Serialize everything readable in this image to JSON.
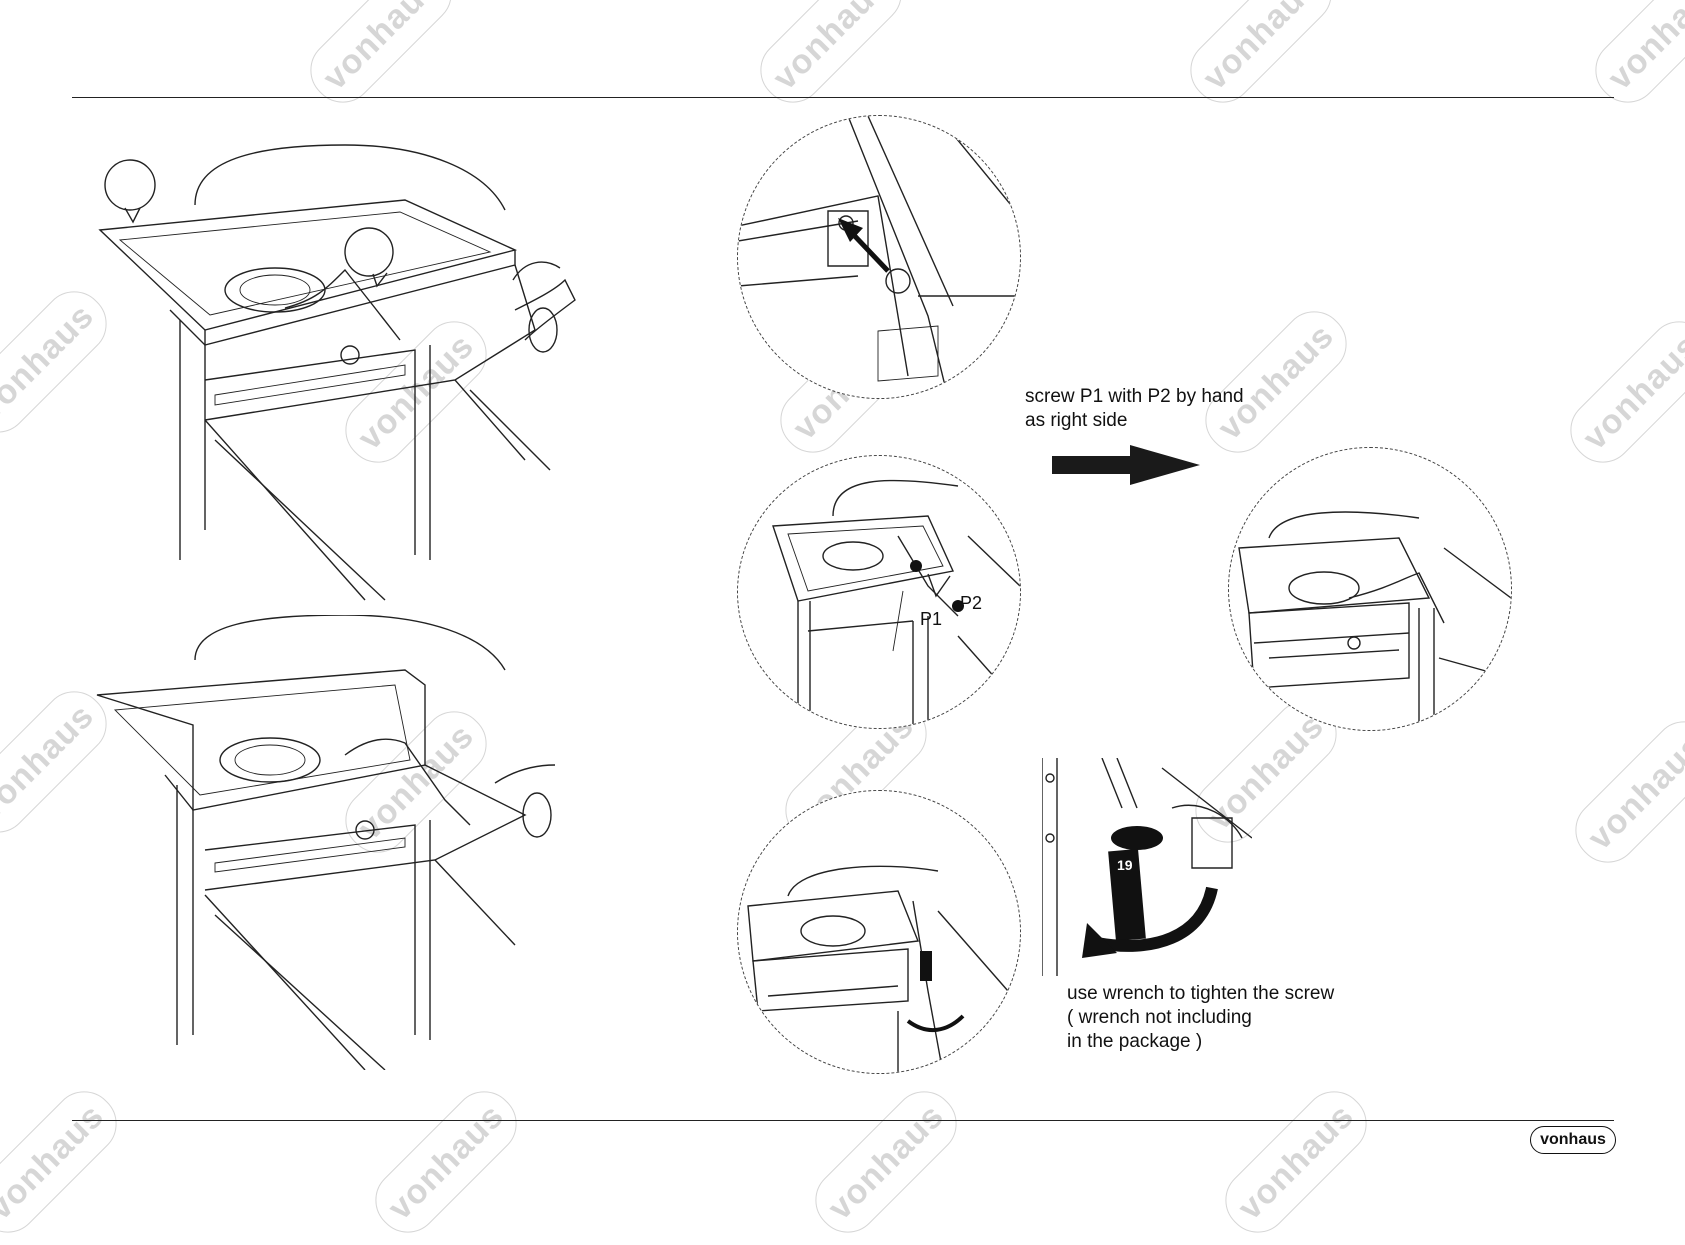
{
  "brand": {
    "logo_text": "vonhaus"
  },
  "watermark": {
    "text": "vonhaus"
  },
  "steps": {
    "screw_caption": [
      "screw P1 with P2 by hand",
      "as right side"
    ],
    "wrench_caption": [
      "use wrench to tighten the screw",
      "( wrench not including",
      "in the package )"
    ],
    "label_p1": "P1",
    "label_p2": "P2",
    "wrench_size": "19"
  }
}
